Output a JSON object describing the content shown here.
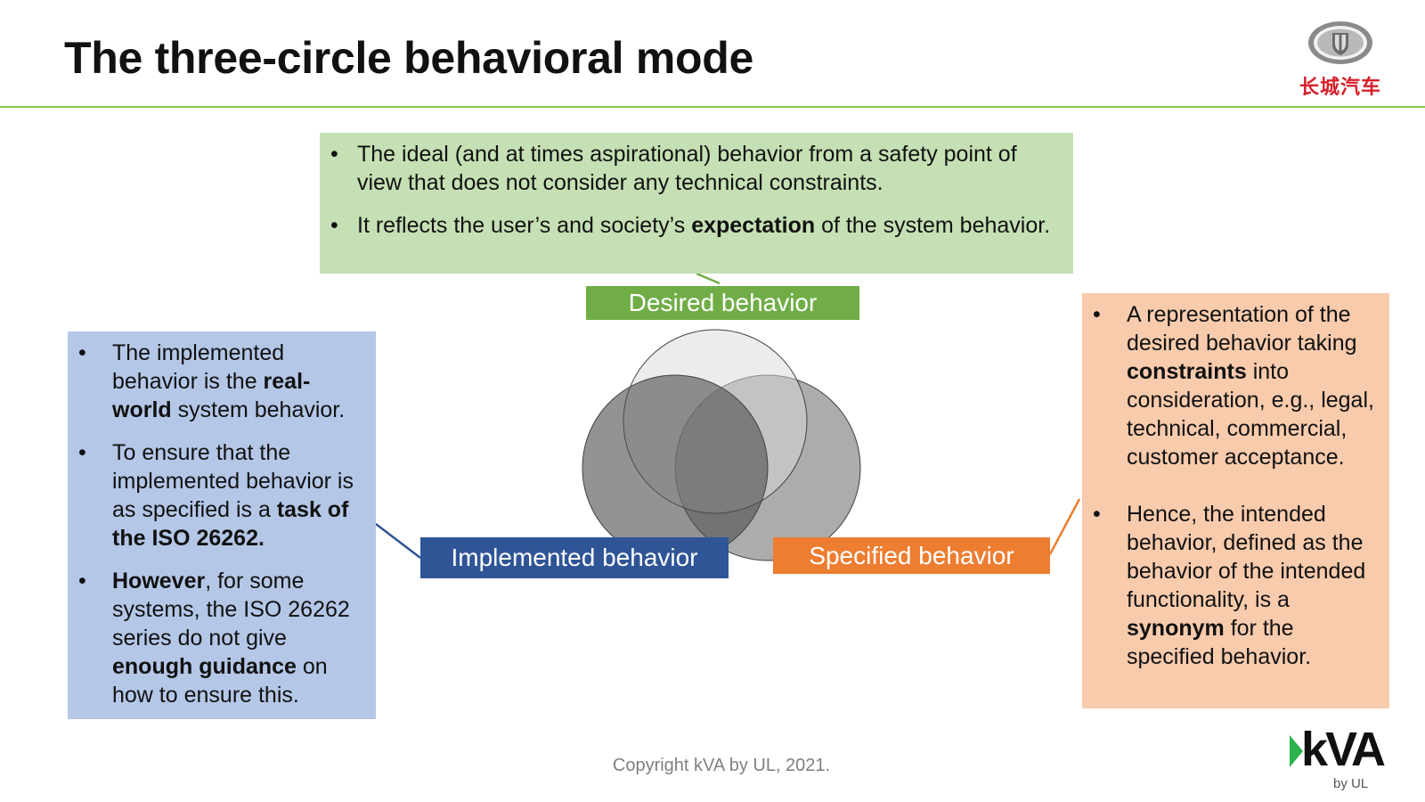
{
  "slide": {
    "title": "The three-circle behavioral mode",
    "copyright": "Copyright kVA by UL, 2021."
  },
  "logos": {
    "top_right_text": "长城汽车",
    "bottom_right_brand": "kVA",
    "bottom_right_sub": "by UL"
  },
  "labels": {
    "desired": "Desired behavior",
    "implemented": "Implemented behavior",
    "specified": "Specified behavior"
  },
  "desired_box": {
    "bullets": [
      [
        {
          "t": "The ideal (and at times aspirational) behavior from a safety point of view that does not consider any technical constraints."
        }
      ],
      [
        {
          "t": "It reflects the user’s and society’s "
        },
        {
          "t": "expectation",
          "b": true
        },
        {
          "t": " of the system behavior."
        }
      ]
    ]
  },
  "implemented_box": {
    "bullets": [
      [
        {
          "t": "The implemented behavior is the "
        },
        {
          "t": "real-world",
          "b": true
        },
        {
          "t": " system behavior."
        }
      ],
      [
        {
          "t": "To ensure that the implemented behavior is as specified is a "
        },
        {
          "t": "task of the ISO 26262.",
          "b": true
        }
      ],
      [
        {
          "t": "However",
          "b": true
        },
        {
          "t": ", for some systems, the ISO 26262 series do not give "
        },
        {
          "t": "enough guidance",
          "b": true
        },
        {
          "t": " on how to ensure this."
        }
      ]
    ]
  },
  "specified_box": {
    "bullets": [
      [
        {
          "t": "A representation of the desired behavior taking "
        },
        {
          "t": "constraints",
          "b": true
        },
        {
          "t": " into consideration, e.g., legal, technical, commercial, customer acceptance."
        }
      ],
      [
        {
          "t": "Hence, the intended behavior, defined as the behavior of the intended functionality, is a "
        },
        {
          "t": "synonym",
          "b": true
        },
        {
          "t": " for the specified behavior."
        }
      ]
    ]
  },
  "colors": {
    "rule": "#8bc34a",
    "desired_label": "#70ad47",
    "desired_box": "#c5e0b4",
    "implemented_label": "#2f5597",
    "implemented_box": "#b4c7e7",
    "specified_label": "#ed7d31",
    "specified_box": "#f8cbad",
    "logo_red": "#d6202a"
  },
  "icons": {
    "top_right_logo": "great-wall-emblem-icon",
    "bottom_right_logo": "kva-logo-icon"
  }
}
